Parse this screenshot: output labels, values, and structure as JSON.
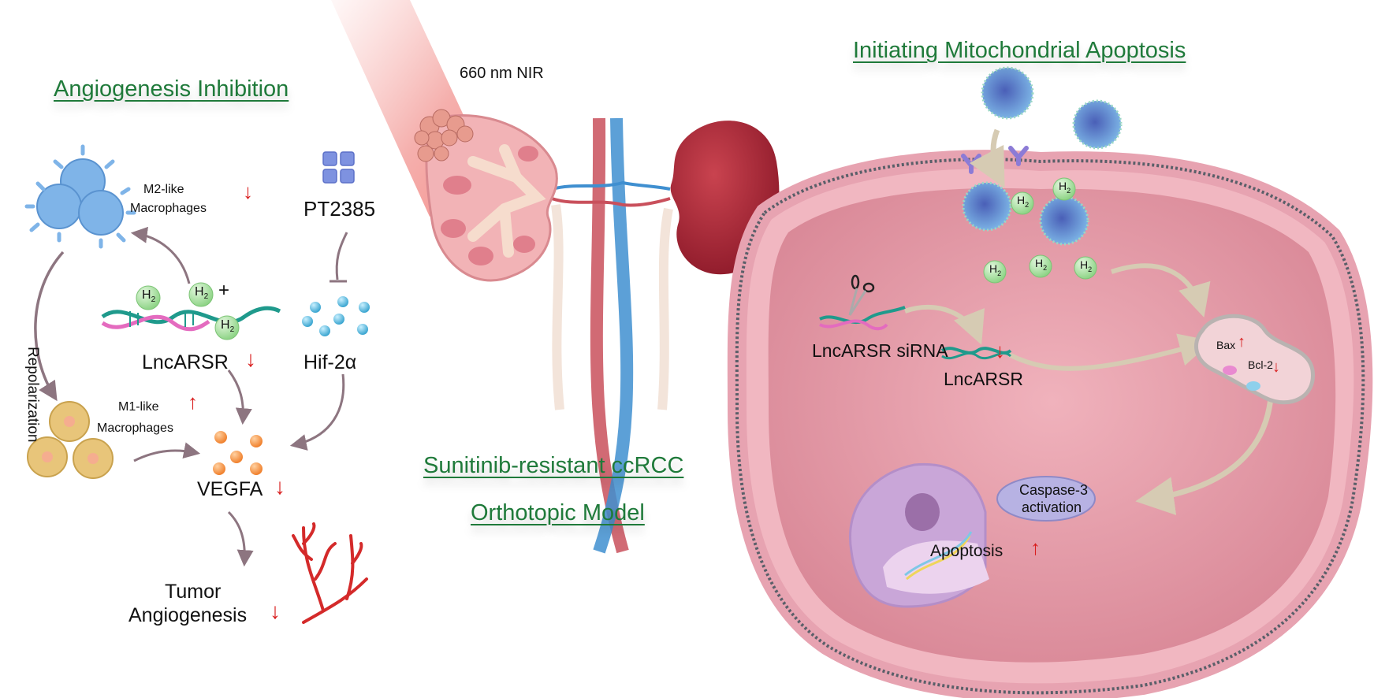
{
  "left_section": {
    "title": "Angiogenesis Inhibition",
    "m2_label_line1": "M2-like",
    "m2_label_line2": "Macrophages",
    "m2_trend": "down",
    "pt_label": "PT2385",
    "h2_label": "H",
    "h2_sub": "2",
    "plus_sign": "+",
    "lnc_label": "LncARSR",
    "lnc_trend": "down",
    "hif_label": "Hif-2α",
    "repolarization_label": "Repolarization",
    "m1_label_line1": "M1-like",
    "m1_label_line2": "Macrophages",
    "m1_trend": "up",
    "vegfa_label": "VEGFA",
    "vegfa_trend": "down",
    "tumor_line1": "Tumor",
    "tumor_line2": "Angiogenesis",
    "tumor_trend": "down"
  },
  "center_section": {
    "nir_label": "660 nm NIR",
    "model_title_line1": "Sunitinib-resistant ccRCC",
    "model_title_line2": "Orthotopic Model"
  },
  "right_section": {
    "title": "Initiating Mitochondrial Apoptosis",
    "h2_label": "H",
    "h2_sub": "2",
    "sirna_label": "LncARSR siRNA",
    "lnc_label": "LncARSR",
    "lnc_trend": "down",
    "bax_label": "Bax",
    "bax_trend": "up",
    "bcl2_label": "Bcl-2",
    "bcl2_trend": "down",
    "caspase_line1": "Caspase-3",
    "caspase_line2": "activation",
    "apoptosis_label": "Apoptosis",
    "apoptosis_trend": "up"
  },
  "colors": {
    "heading_green": "#1f7a3a",
    "trend_red": "#d91e1e",
    "arrow_grey": "#8d7580",
    "h2_green": "#9fdc9a",
    "cell_pink": "#e8a7b4"
  }
}
